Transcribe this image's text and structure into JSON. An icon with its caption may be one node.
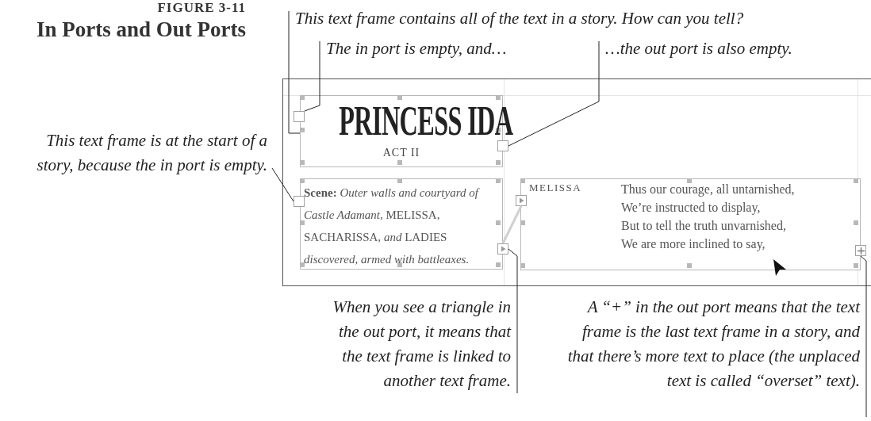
{
  "diagram": {
    "title": "In Ports and Out Ports",
    "nodes": [
      {
        "text": [
          "This text frame contains all of the text in a story. How can you tell?"
        ]
      },
      {
        "text": [
          "The in port is empty, and…"
        ]
      },
      {
        "text": [
          "…the out port is also empty."
        ]
      },
      {
        "text": [
          "This text frame is at the start of a story, because the in port is empty."
        ]
      },
      {
        "text": [
          "PRINCESS IDA",
          "ACT II"
        ]
      },
      {
        "text": [],
        "shape": "box"
      },
      {
        "text": [],
        "shape": "box"
      },
      {
        "text": [
          "**Scene:** *Outer walls and courtyard of Castle Adamant*, MELISSA, SACHARISSA, *and* LADIES *discovered, armed with battleaxes.*"
        ]
      },
      {
        "text": [],
        "shape": "box"
      },
      {
        "text": [],
        "shape": "box"
      },
      {
        "text": [
          "MELISSA",
          "Thus our courage, all untarnished,",
          "We’re instructed to display,",
          "But to tell the truth unvarnished,",
          "We are more inclined to say,"
        ]
      },
      {
        "text": [],
        "shape": "box"
      },
      {
        "text": [],
        "shape": "box"
      },
      {
        "text": [
          "When you see a triangle in the out port, it means that the text frame is linked to another text frame."
        ]
      },
      {
        "text": [
          "A “+” in the out port means that the text frame is the last text frame in a story, and that there’s more text to place (the unplaced text is called “overset” text)."
        ]
      }
    ],
    "edges": [
      {
        "from": 0,
        "to": 4,
        "arrow": "none"
      },
      {
        "from": 1,
        "to": 5,
        "arrow": "none"
      },
      {
        "from": 2,
        "to": 6,
        "arrow": "none"
      },
      {
        "from": 3,
        "to": 8,
        "arrow": "none"
      },
      {
        "from": 13,
        "to": 9,
        "arrow": "none"
      },
      {
        "from": 14,
        "to": 12,
        "arrow": "none"
      },
      {
        "from": 9,
        "to": 11,
        "arrow": "none",
        "style": "thick",
        "color": "#d0d0d0"
      }
    ],
    "labels": [
      "FIGURE 3-11"
    ]
  }
}
